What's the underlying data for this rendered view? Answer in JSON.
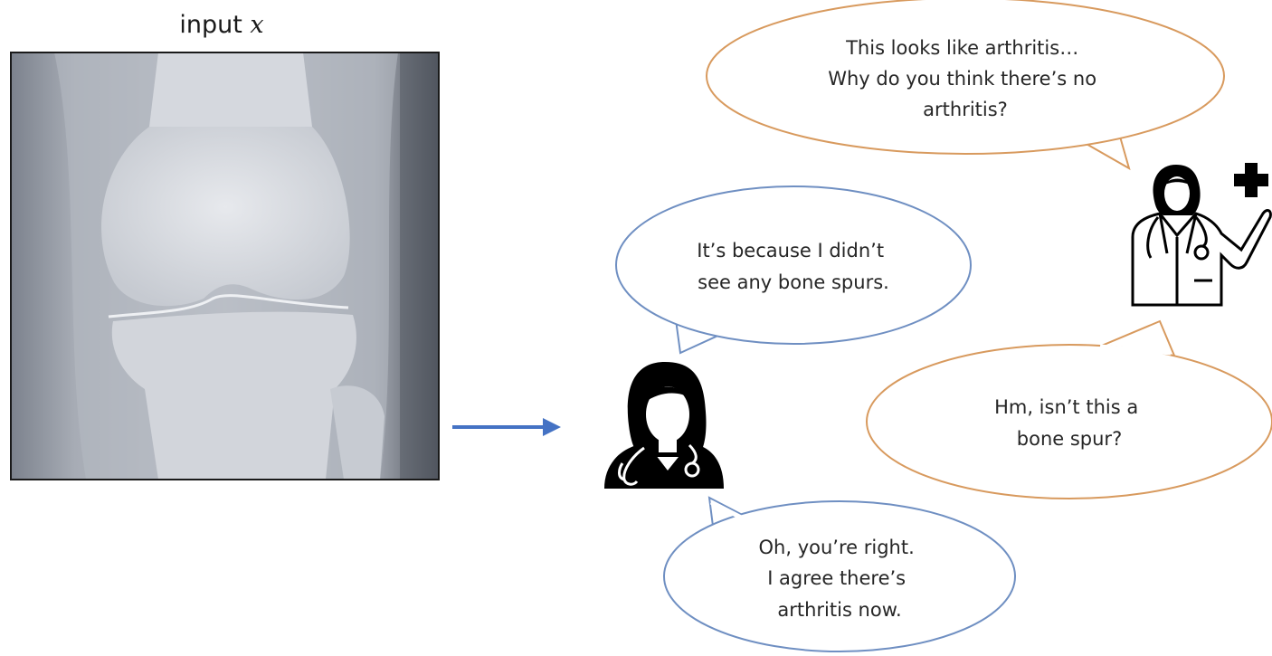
{
  "input_label": {
    "prefix": "input",
    "variable": "x"
  },
  "bubbles": {
    "expert_1": {
      "lines": [
        "This looks like arthritis…",
        "Why do you think there’s no",
        "arthritis?"
      ]
    },
    "model_1": {
      "lines": [
        "It’s because I didn’t",
        "see any bone spurs."
      ]
    },
    "expert_2": {
      "lines": [
        "Hm, isn’t this a",
        "bone spur?"
      ]
    },
    "model_2": {
      "lines": [
        "Oh, you’re right.",
        "I agree there’s",
        "arthritis now."
      ]
    }
  },
  "colors": {
    "expert_bubble": "#d89a5e",
    "model_bubble": "#6f8fc2",
    "arrow": "#4472c4",
    "icon": "#000000"
  },
  "icons": {
    "model": "doctor-with-stethoscope-icon",
    "expert": "doctor-with-medical-cross-icon"
  }
}
